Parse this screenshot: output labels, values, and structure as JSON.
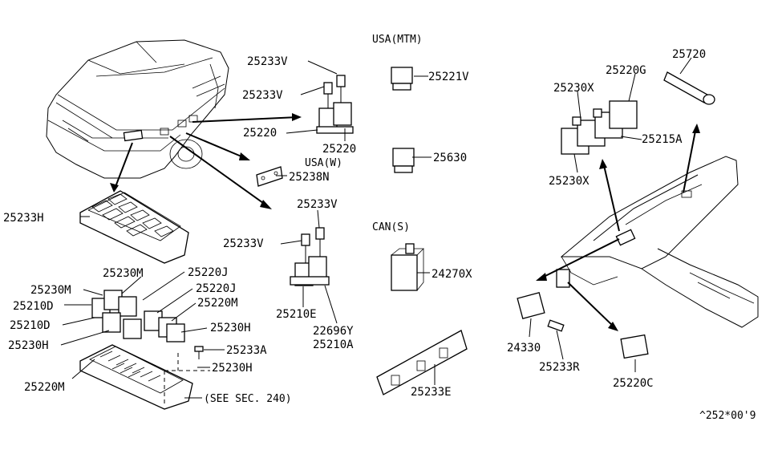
{
  "labels": {
    "p25233V_a": "25233V",
    "p25233V_b": "25233V",
    "p25220_a": "25220",
    "p25220_b": "25220",
    "p25238N": "25238N",
    "p25233V_c": "25233V",
    "p25233V_d": "25233V",
    "p25210E": "25210E",
    "p22696Y": "22696Y",
    "p25210A": "25210A",
    "p25233H": "25233H",
    "p25230M_a": "25230M",
    "p25230M_b": "25230M",
    "p25210D_a": "25210D",
    "p25210D_b": "25210D",
    "p25230H_a": "25230H",
    "p25220J_a": "25220J",
    "p25220J_b": "25220J",
    "p25220M_a": "25220M",
    "p25230H_b": "25230H",
    "p25233A": "25233A",
    "p25230H_c": "25230H",
    "p25220M_b": "25220M",
    "p25221V": "25221V",
    "p25630": "25630",
    "p24270X": "24270X",
    "p25233E": "25233E",
    "p25220G": "25220G",
    "p25720": "25720",
    "p25230X_a": "25230X",
    "p25230X_b": "25230X",
    "p25215A": "25215A",
    "p24330": "24330",
    "p25233R": "25233R",
    "p25220C": "25220C"
  },
  "sections": {
    "usa_mtm": "USA(MTM)",
    "usa_w": "USA(W)",
    "can_s": "CAN(S)"
  },
  "see_sec": "(SEE SEC. 240)",
  "diagram_code": "^252*00'9"
}
